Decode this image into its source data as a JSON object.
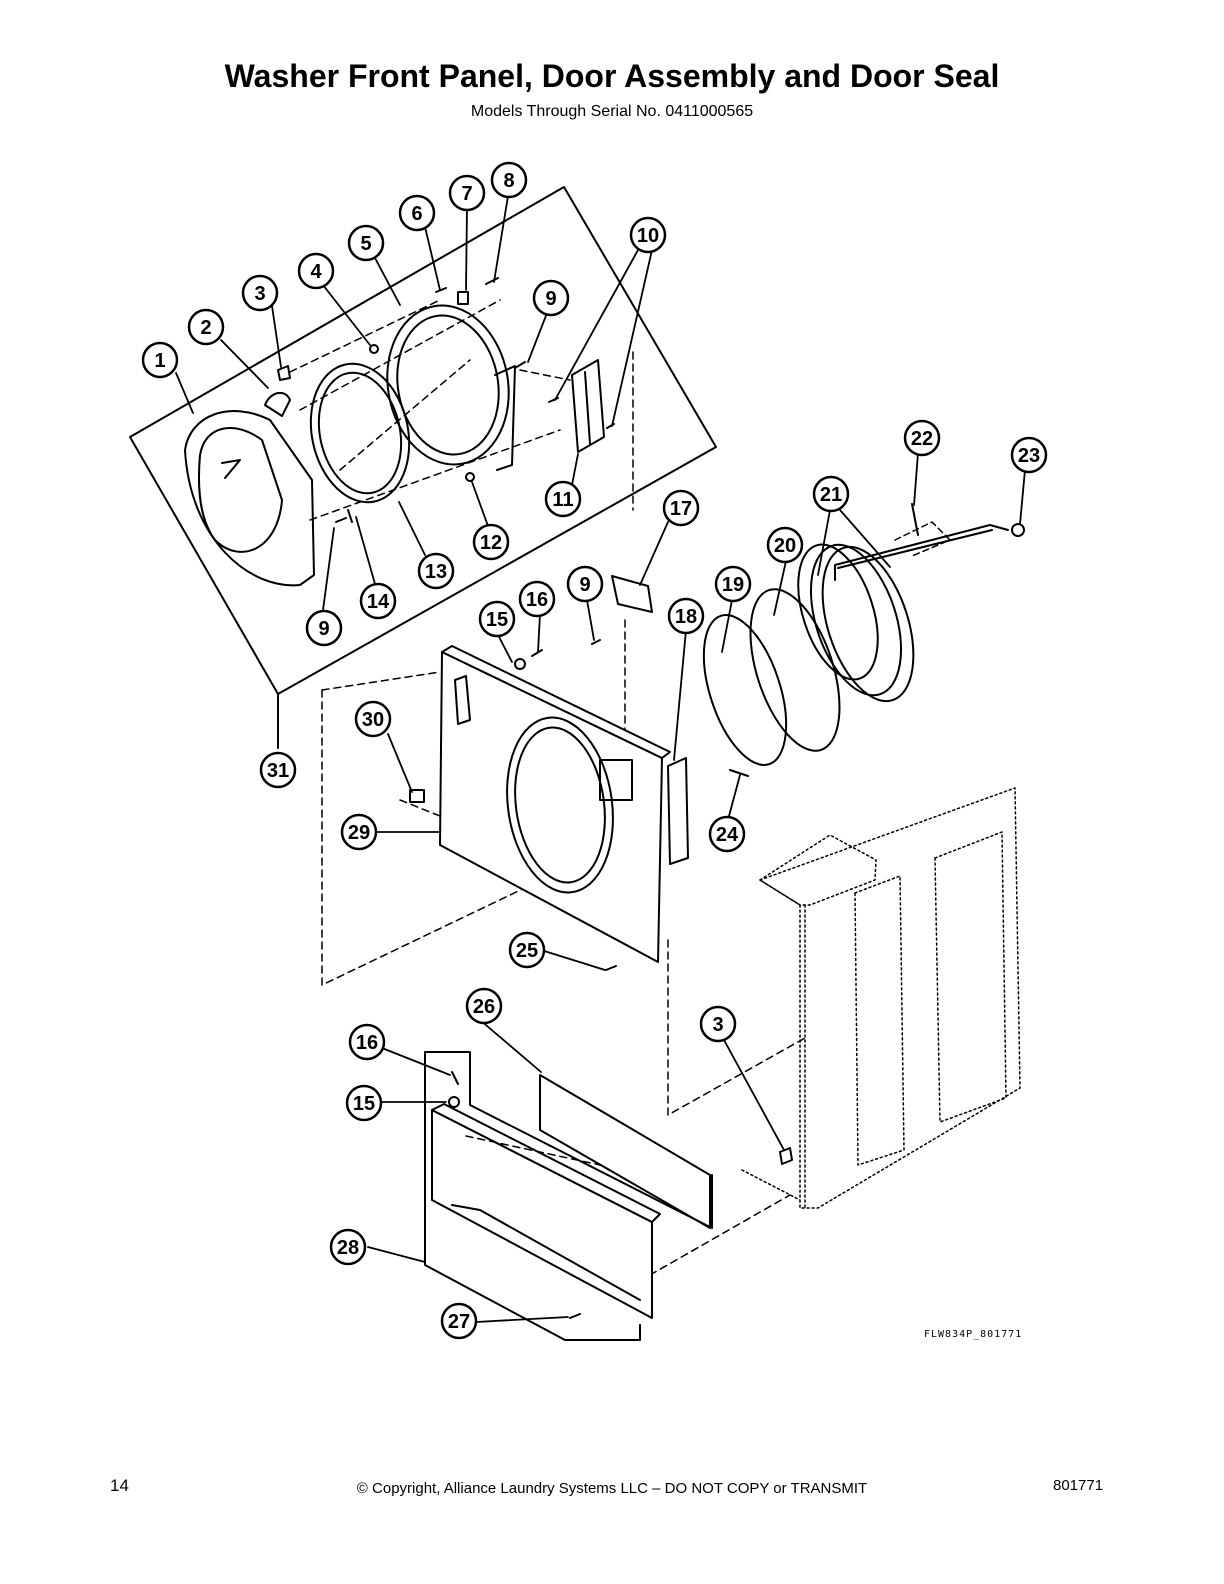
{
  "header": {
    "title": "Washer Front Panel, Door Assembly and Door Seal",
    "subtitle": "Models Through Serial No. 0411000565"
  },
  "diagram": {
    "figure_code": "FLW834P_801771",
    "callouts": [
      "1",
      "2",
      "3",
      "4",
      "5",
      "6",
      "7",
      "8",
      "9",
      "10",
      "9",
      "11",
      "12",
      "13",
      "14",
      "9",
      "15",
      "16",
      "9",
      "17",
      "18",
      "19",
      "20",
      "21",
      "22",
      "23",
      "24",
      "25",
      "26",
      "3",
      "16",
      "15",
      "27",
      "28",
      "29",
      "30",
      "31"
    ]
  },
  "footer": {
    "page_number": "14",
    "copyright": "© Copyright, Alliance Laundry Systems LLC – DO NOT COPY or TRANSMIT",
    "document_number": "801771"
  }
}
